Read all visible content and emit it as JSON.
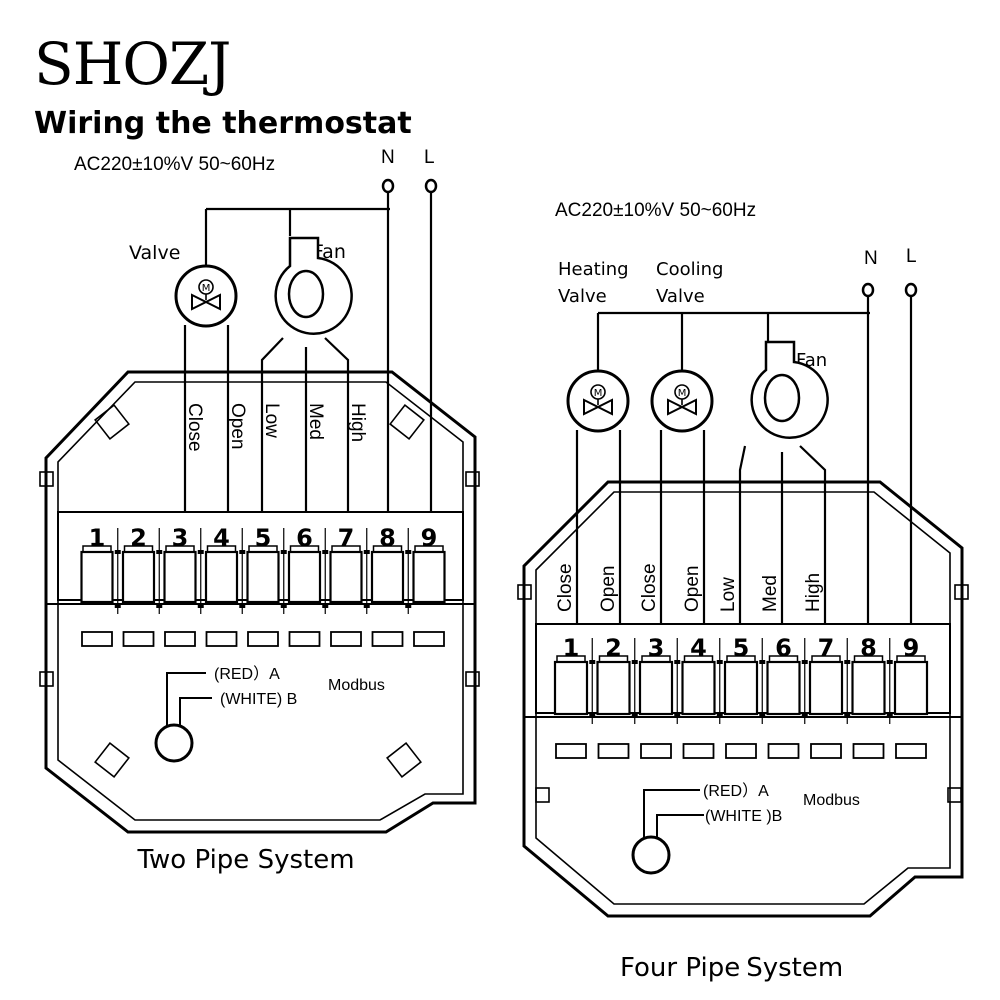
{
  "brand": {
    "logo_text": "SHOZJ"
  },
  "heading": "Wiring the thermostat",
  "two_pipe": {
    "supply": "AC220±10%V 50~60Hz",
    "neutral": "N",
    "live": "L",
    "valve_label": "Valve",
    "fan_label": "Fan",
    "motor_symbol": "M",
    "wire_labels": [
      "Close",
      "Open",
      "Low",
      "Med",
      "High"
    ],
    "terminals": [
      "1",
      "2",
      "3",
      "4",
      "5",
      "6",
      "7",
      "8",
      "9"
    ],
    "modbus_a": "(RED）A",
    "modbus_b": "(WHITE) B",
    "modbus": "Modbus",
    "caption": "Two Pipe System"
  },
  "four_pipe": {
    "supply": "AC220±10%V 50~60Hz",
    "neutral": "N",
    "live": "L",
    "heating_valve_line1": "Heating",
    "heating_valve_line2": "Valve",
    "cooling_valve_line1": "Cooling",
    "cooling_valve_line2": "Valve",
    "fan_label": "Fan",
    "motor_symbol": "M",
    "wire_labels": [
      "Close",
      "Open",
      "Close",
      "Open",
      "Low",
      "Med",
      "High"
    ],
    "terminals": [
      "1",
      "2",
      "3",
      "4",
      "5",
      "6",
      "7",
      "8",
      "9"
    ],
    "modbus_a": "(RED）A",
    "modbus_b": "(WHITE )B",
    "modbus": "Modbus",
    "caption_part1": "Four Pipe",
    "caption_part2": "System"
  }
}
